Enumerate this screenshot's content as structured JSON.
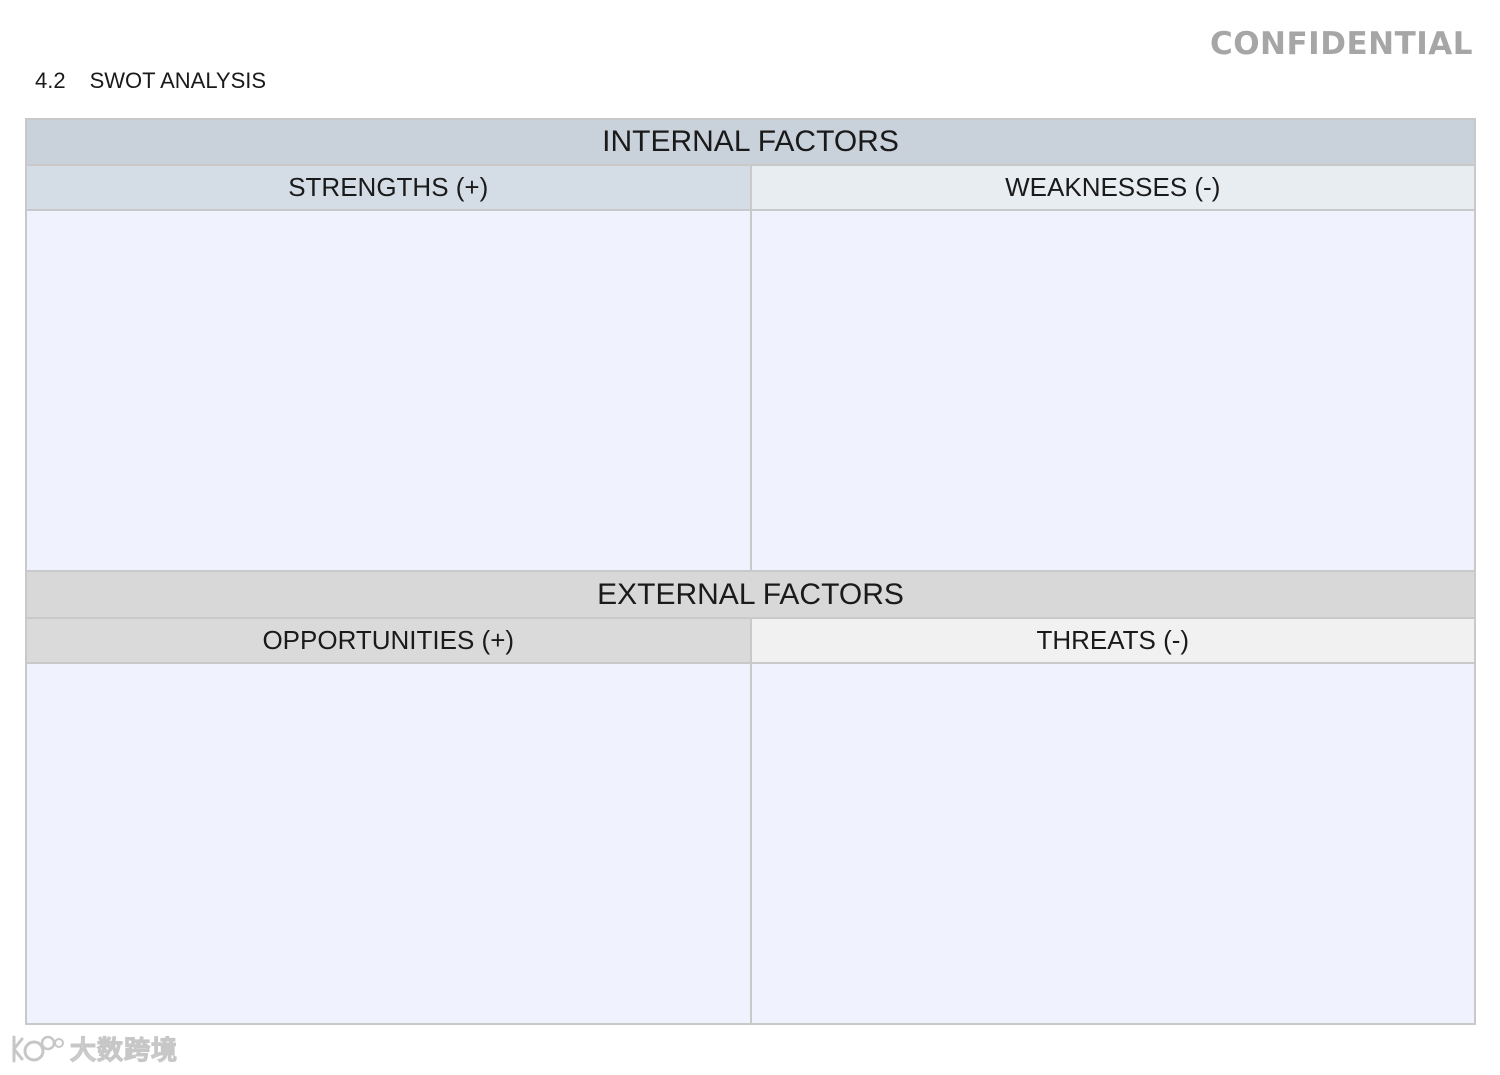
{
  "header": {
    "confidential_label": "CONFIDENTIAL",
    "section_number": "4.2",
    "section_title": "SWOT ANALYSIS"
  },
  "internal": {
    "title": "INTERNAL FACTORS",
    "strengths_label": "STRENGTHS (+)",
    "weaknesses_label": "WEAKNESSES (-)",
    "strengths_content": "",
    "weaknesses_content": ""
  },
  "external": {
    "title": "EXTERNAL FACTORS",
    "opportunities_label": "OPPORTUNITIES (+)",
    "threats_label": "THREATS (-)",
    "opportunities_content": "",
    "threats_content": ""
  },
  "watermark": {
    "text": "大数跨境"
  },
  "colors": {
    "internal_header": "#c9d1db",
    "strengths_header": "#d4dde6",
    "weaknesses_header": "#e8edf1",
    "external_header": "#d8d8d8",
    "opportunities_header": "#dadada",
    "threats_header": "#f1f1f1",
    "content_area": "#f0f3fd",
    "confidential_text": "#a6a6a6"
  }
}
